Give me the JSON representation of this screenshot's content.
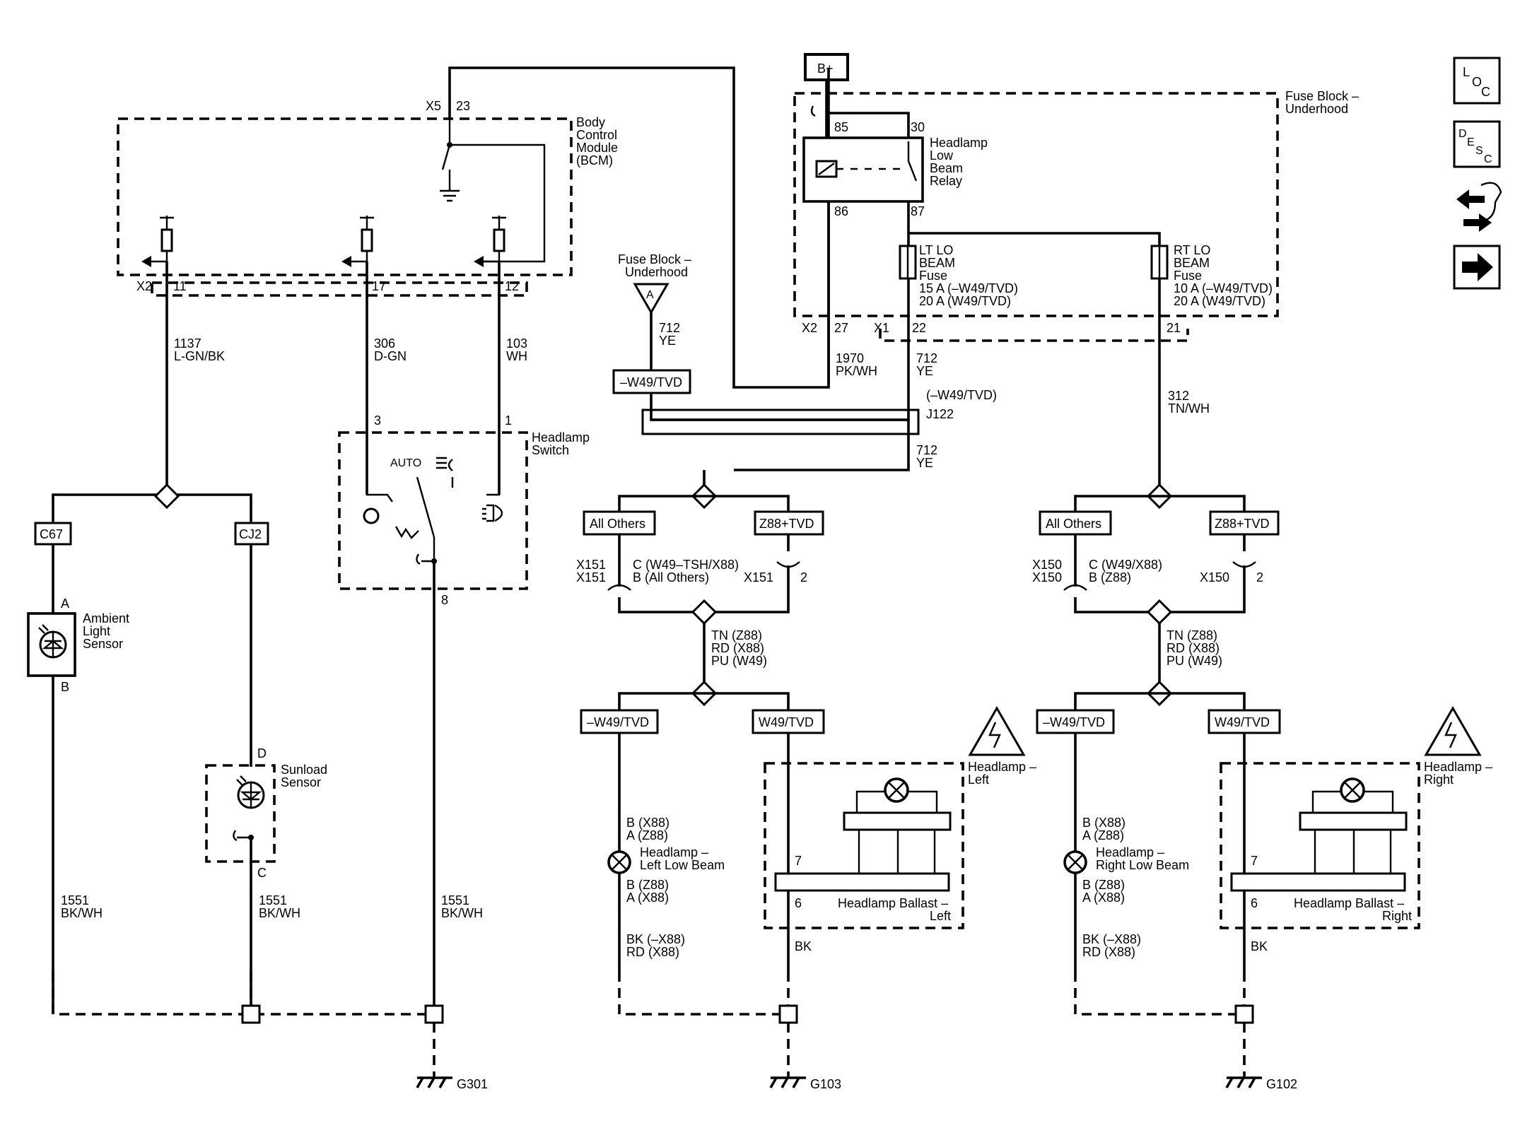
{
  "bplus": "B+",
  "bcm": {
    "l1": "Body",
    "l2": "Control",
    "l3": "Module",
    "l4": "(BCM)",
    "x5": "X5",
    "pin23": "23",
    "x2": "X2",
    "pin11": "11",
    "pin17": "17",
    "pin12": "12"
  },
  "fbu": {
    "l1": "Fuse Block –",
    "l2": "Underhood"
  },
  "relay": {
    "l1": "Headlamp",
    "l2": "Low",
    "l3": "Beam",
    "l4": "Relay",
    "p85": "85",
    "p30": "30",
    "p86": "86",
    "p87": "87"
  },
  "ltfuse": {
    "l1": "LT LO",
    "l2": "BEAM",
    "l3": "Fuse",
    "l4": "15 A (–W49/TVD)",
    "l5": "20 A (W49/TVD)"
  },
  "rtfuse": {
    "l1": "RT LO",
    "l2": "BEAM",
    "l3": "Fuse",
    "l4": "10 A (–W49/TVD)",
    "l5": "20 A (W49/TVD)"
  },
  "fbu2": {
    "l1": "Fuse Block –",
    "l2": "Underhood",
    "tri": "A",
    "w1": "712",
    "w2": "YE",
    "opt": "–W49/TVD"
  },
  "conn": {
    "x2": "X2",
    "p27": "27",
    "x1": "X1",
    "p22": "22",
    "p21": "21"
  },
  "wires": {
    "w1970a": "1970",
    "w1970b": "PK/WH",
    "w712a": "712",
    "w712b": "YE",
    "j122opt": "(–W49/TVD)",
    "j122": "J122",
    "w712c": "712",
    "w712d": "YE",
    "w312a": "312",
    "w312b": "TN/WH",
    "w1137a": "1137",
    "w1137b": "L-GN/BK",
    "w306a": "306",
    "w306b": "D-GN",
    "w103a": "103",
    "w103b": "WH"
  },
  "hswitch": {
    "l1": "Headlamp",
    "l2": "Switch",
    "p3": "3",
    "p1": "1",
    "auto": "AUTO",
    "p8": "8"
  },
  "opts": {
    "c67": "C67",
    "cj2": "CJ2",
    "allothersL": "All Others",
    "z88L": "Z88+TVD",
    "allothersR": "All Others",
    "z88R": "Z88+TVD",
    "nw49L": "–W49/TVD",
    "w49L": "W49/TVD",
    "nw49R": "–W49/TVD",
    "w49R": "W49/TVD"
  },
  "ambient": {
    "l1": "Ambient",
    "l2": "Light",
    "l3": "Sensor",
    "pa": "A",
    "pb": "B"
  },
  "sunload": {
    "l1": "Sunload",
    "l2": "Sensor",
    "pd": "D",
    "pc": "C"
  },
  "left": {
    "x151a": "X151",
    "x151b": "X151",
    "c": "C (W49–TSH/X88)",
    "b": "B (All Others)",
    "x151c": "X151",
    "p2": "2",
    "c1": "TN (Z88)",
    "c2": "RD (X88)",
    "c3": "PU (W49)",
    "ba1": "B (X88)",
    "ba2": "A (Z88)",
    "lamp1": "Headlamp –",
    "lamp2": "Left Low Beam",
    "ba3": "B (Z88)",
    "ba4": "A (X88)",
    "bk1": "BK (–X88)",
    "bk2": "RD (X88)",
    "ballast": "Headlamp Ballast –",
    "ballast2": "Left",
    "p7": "7",
    "p6": "6",
    "bk": "BK",
    "hl1": "Headlamp –",
    "hl2": "Left",
    "ground": "G103"
  },
  "right": {
    "x150a": "X150",
    "x150b": "X150",
    "c": "C (W49/X88)",
    "b": "B (Z88)",
    "x150c": "X150",
    "p2": "2",
    "c1": "TN (Z88)",
    "c2": "RD (X88)",
    "c3": "PU (W49)",
    "ba1": "B (X88)",
    "ba2": "A (Z88)",
    "lamp1": "Headlamp –",
    "lamp2": "Right Low Beam",
    "ba3": "B (Z88)",
    "ba4": "A (X88)",
    "bk1": "BK (–X88)",
    "bk2": "RD (X88)",
    "ballast": "Headlamp Ballast –",
    "ballast2": "Right",
    "p7": "7",
    "p6": "6",
    "bk": "BK",
    "hl1": "Headlamp –",
    "hl2": "Right",
    "ground": "G102"
  },
  "grounds": {
    "w1551a": "1551",
    "w1551b": "BK/WH",
    "g301": "G301"
  },
  "nav": {
    "loc_l": "L",
    "loc_o": "O",
    "loc_c": "C",
    "desc_d": "D",
    "desc_e": "E",
    "desc_s": "S",
    "desc_c": "C"
  }
}
